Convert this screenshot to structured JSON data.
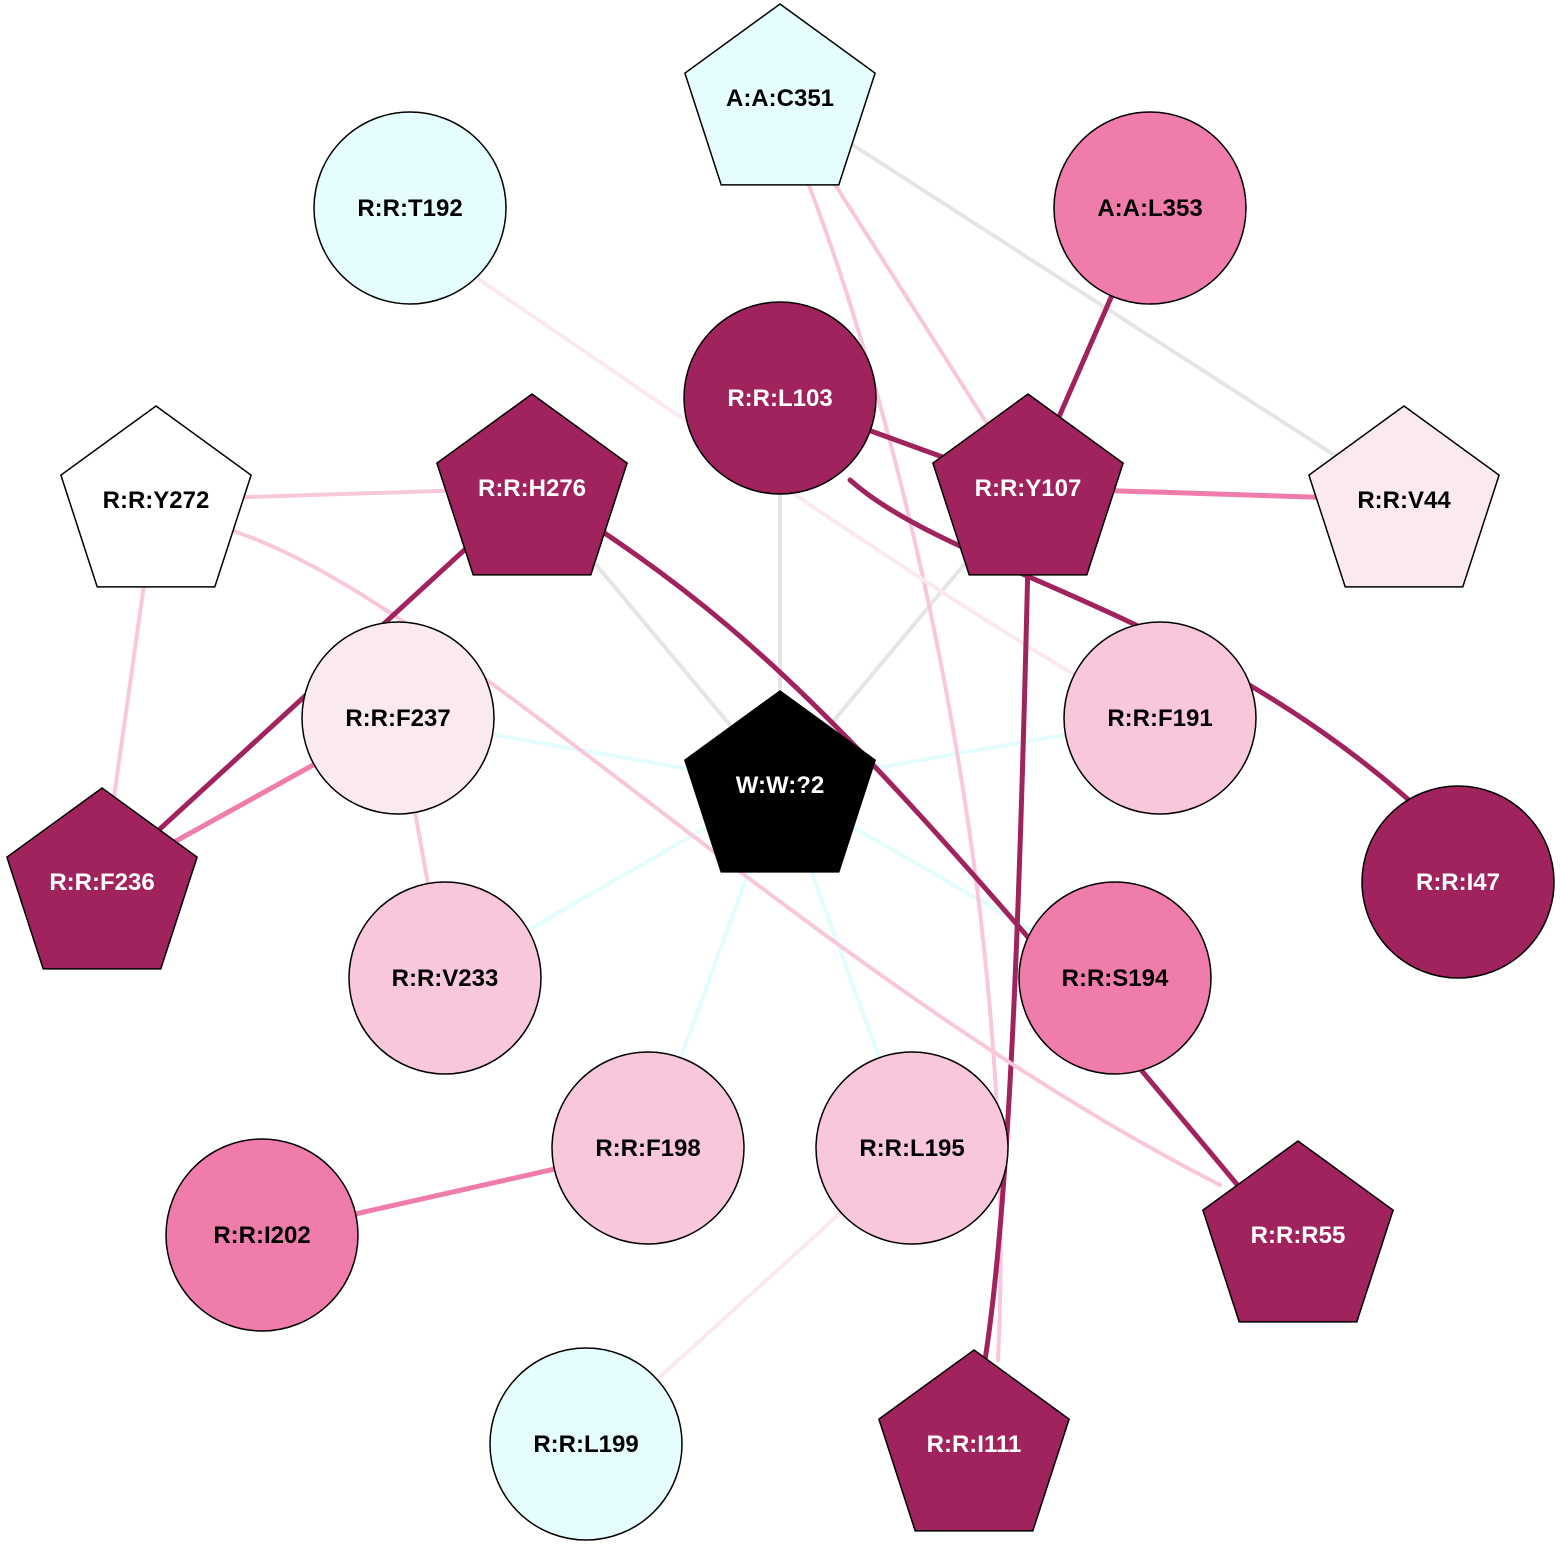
{
  "colors": {
    "dark": "#a0235e",
    "medium": "#ef7caa",
    "light": "#f8c7dc",
    "pale": "#fbe9f1",
    "cyan": "#e6fdfd",
    "white": "#ffffff",
    "black": "#000000",
    "gray_edge": "#e5e5e5",
    "cyan_edge": "#e3fcfc"
  },
  "nodes": [
    {
      "id": "W:W:?2",
      "label": "W:W:?2",
      "shape": "pentagon",
      "fill": "black",
      "text": "white"
    },
    {
      "id": "R:R:L103",
      "label": "R:R:L103",
      "shape": "circle",
      "fill": "dark",
      "text": "white"
    },
    {
      "id": "R:R:Y107",
      "label": "R:R:Y107",
      "shape": "pentagon",
      "fill": "dark",
      "text": "white"
    },
    {
      "id": "R:R:F191",
      "label": "R:R:F191",
      "shape": "circle",
      "fill": "light",
      "text": "black"
    },
    {
      "id": "R:R:S194",
      "label": "R:R:S194",
      "shape": "circle",
      "fill": "medium",
      "text": "black"
    },
    {
      "id": "R:R:L195",
      "label": "R:R:L195",
      "shape": "circle",
      "fill": "light",
      "text": "black"
    },
    {
      "id": "R:R:F198",
      "label": "R:R:F198",
      "shape": "circle",
      "fill": "light",
      "text": "black"
    },
    {
      "id": "R:R:V233",
      "label": "R:R:V233",
      "shape": "circle",
      "fill": "light",
      "text": "black"
    },
    {
      "id": "R:R:F237",
      "label": "R:R:F237",
      "shape": "circle",
      "fill": "pale",
      "text": "black"
    },
    {
      "id": "R:R:H276",
      "label": "R:R:H276",
      "shape": "pentagon",
      "fill": "dark",
      "text": "white"
    },
    {
      "id": "A:A:C351",
      "label": "A:A:C351",
      "shape": "pentagon",
      "fill": "cyan",
      "text": "black"
    },
    {
      "id": "R:R:T192",
      "label": "R:R:T192",
      "shape": "circle",
      "fill": "cyan",
      "text": "black"
    },
    {
      "id": "A:A:L353",
      "label": "A:A:L353",
      "shape": "circle",
      "fill": "medium",
      "text": "black"
    },
    {
      "id": "R:R:Y272",
      "label": "R:R:Y272",
      "shape": "pentagon",
      "fill": "white",
      "text": "black"
    },
    {
      "id": "R:R:V44",
      "label": "R:R:V44",
      "shape": "pentagon",
      "fill": "pale",
      "text": "black"
    },
    {
      "id": "R:R:F236",
      "label": "R:R:F236",
      "shape": "pentagon",
      "fill": "dark",
      "text": "white"
    },
    {
      "id": "R:R:I47",
      "label": "R:R:I47",
      "shape": "circle",
      "fill": "dark",
      "text": "white"
    },
    {
      "id": "R:R:I202",
      "label": "R:R:I202",
      "shape": "circle",
      "fill": "medium",
      "text": "black"
    },
    {
      "id": "R:R:R55",
      "label": "R:R:R55",
      "shape": "pentagon",
      "fill": "dark",
      "text": "white"
    },
    {
      "id": "R:R:L199",
      "label": "R:R:L199",
      "shape": "circle",
      "fill": "cyan",
      "text": "black"
    },
    {
      "id": "R:R:I111",
      "label": "R:R:I111",
      "shape": "pentagon",
      "fill": "dark",
      "text": "white"
    }
  ],
  "edges": [
    {
      "source": "W:W:?2",
      "target": "R:R:L103",
      "color": "gray_edge",
      "weight": "thin"
    },
    {
      "source": "W:W:?2",
      "target": "R:R:Y107",
      "color": "gray_edge",
      "weight": "thin"
    },
    {
      "source": "W:W:?2",
      "target": "R:R:H276",
      "color": "gray_edge",
      "weight": "thin"
    },
    {
      "source": "W:W:?2",
      "target": "R:R:F237",
      "color": "cyan_edge",
      "weight": "thin"
    },
    {
      "source": "W:W:?2",
      "target": "R:R:F191",
      "color": "cyan_edge",
      "weight": "thin"
    },
    {
      "source": "W:W:?2",
      "target": "R:R:V233",
      "color": "cyan_edge",
      "weight": "thin"
    },
    {
      "source": "W:W:?2",
      "target": "R:R:F198",
      "color": "cyan_edge",
      "weight": "thin"
    },
    {
      "source": "W:W:?2",
      "target": "R:R:L195",
      "color": "cyan_edge",
      "weight": "thin"
    },
    {
      "source": "W:W:?2",
      "target": "R:R:S194",
      "color": "cyan_edge",
      "weight": "thin"
    },
    {
      "source": "A:A:C351",
      "target": "R:R:V44",
      "color": "gray_edge",
      "weight": "thin"
    },
    {
      "source": "A:A:C351",
      "target": "R:R:Y107",
      "color": "light",
      "weight": "thin"
    },
    {
      "source": "A:A:C351",
      "target": "R:R:I111",
      "color": "light",
      "weight": "thin"
    },
    {
      "source": "R:R:T192",
      "target": "R:R:F191",
      "color": "pale",
      "weight": "thin"
    },
    {
      "source": "A:A:L353",
      "target": "R:R:Y107",
      "color": "dark",
      "weight": "thick"
    },
    {
      "source": "R:R:L103",
      "target": "R:R:Y107",
      "color": "dark",
      "weight": "thick"
    },
    {
      "source": "R:R:L103",
      "target": "R:R:I47",
      "color": "dark",
      "weight": "thick"
    },
    {
      "source": "R:R:Y107",
      "target": "R:R:V44",
      "color": "medium",
      "weight": "medium"
    },
    {
      "source": "R:R:Y107",
      "target": "R:R:I111",
      "color": "dark",
      "weight": "thick"
    },
    {
      "source": "R:R:Y272",
      "target": "R:R:H276",
      "color": "light",
      "weight": "thin"
    },
    {
      "source": "R:R:Y272",
      "target": "R:R:F236",
      "color": "light",
      "weight": "thin"
    },
    {
      "source": "R:R:Y272",
      "target": "R:R:R55",
      "color": "light",
      "weight": "thin"
    },
    {
      "source": "R:R:H276",
      "target": "R:R:F236",
      "color": "dark",
      "weight": "thick"
    },
    {
      "source": "R:R:H276",
      "target": "R:R:R55",
      "color": "dark",
      "weight": "thick"
    },
    {
      "source": "R:R:F237",
      "target": "R:R:F236",
      "color": "medium",
      "weight": "medium"
    },
    {
      "source": "R:R:F237",
      "target": "R:R:V233",
      "color": "light",
      "weight": "thin"
    },
    {
      "source": "R:R:F198",
      "target": "R:R:I202",
      "color": "medium",
      "weight": "medium"
    },
    {
      "source": "R:R:L195",
      "target": "R:R:L199",
      "color": "pale",
      "weight": "thin"
    }
  ]
}
